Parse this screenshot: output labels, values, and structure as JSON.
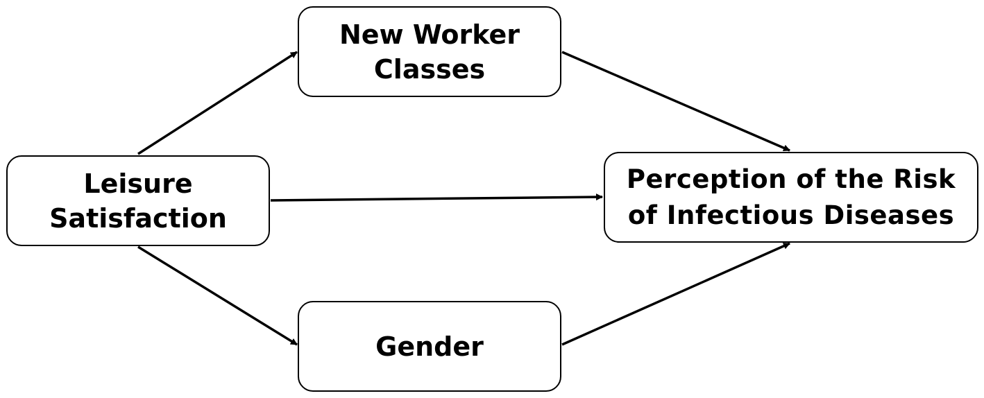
{
  "diagram": {
    "nodes": {
      "leisure": "Leisure\nSatisfaction",
      "worker": "New Worker\nClasses",
      "gender": "Gender",
      "risk": "Perception of the Risk\nof Infectious Diseases"
    },
    "edges": [
      {
        "from": "leisure",
        "to": "worker"
      },
      {
        "from": "leisure",
        "to": "gender"
      },
      {
        "from": "leisure",
        "to": "risk"
      },
      {
        "from": "worker",
        "to": "risk"
      },
      {
        "from": "gender",
        "to": "risk"
      }
    ],
    "colors": {
      "line": "#000000",
      "box_border": "#000000",
      "background": "#ffffff",
      "text": "#000000"
    }
  }
}
